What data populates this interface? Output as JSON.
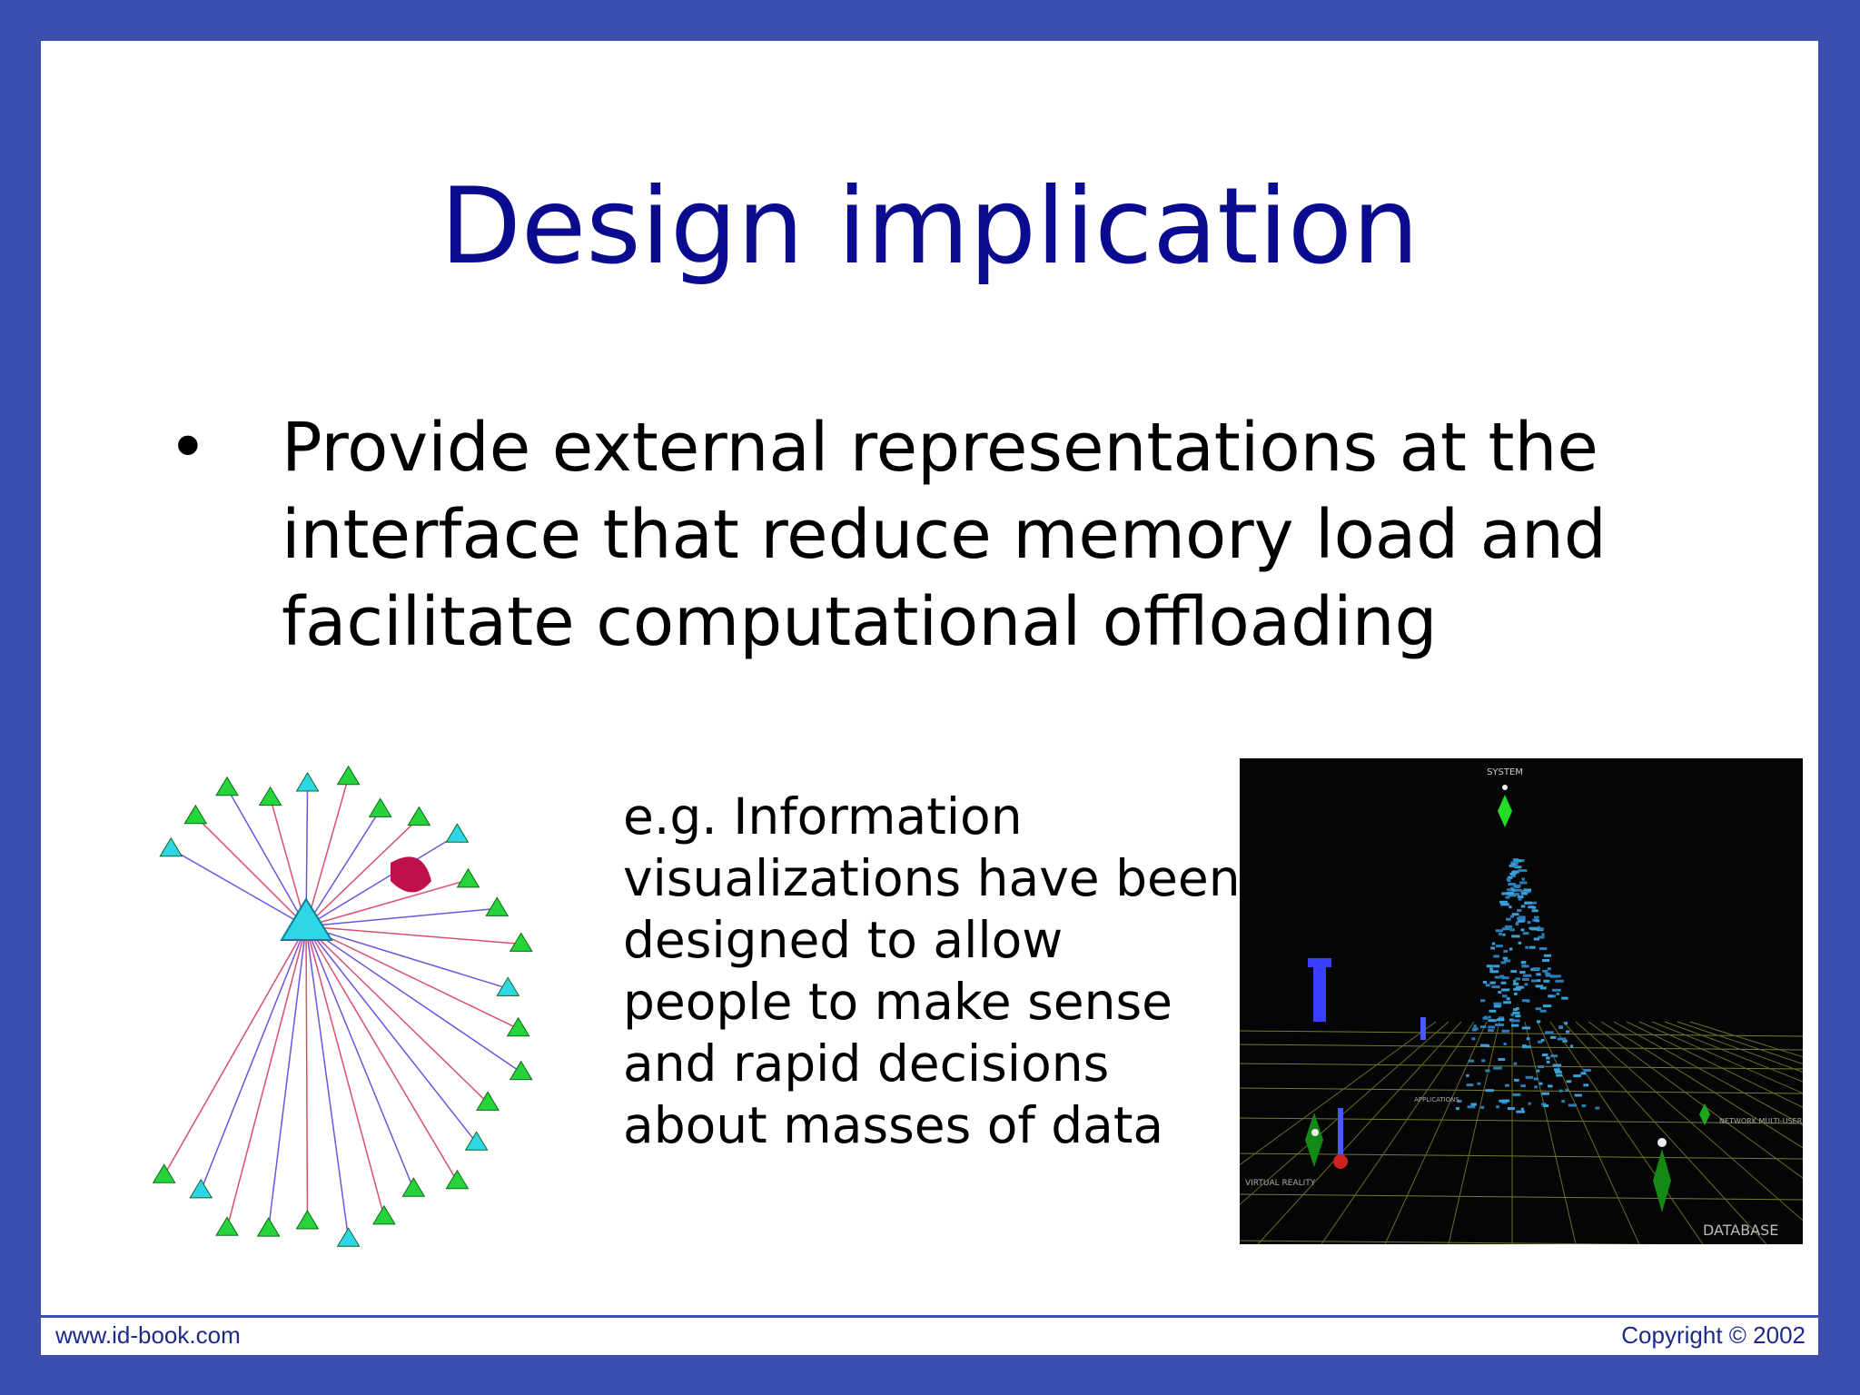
{
  "slide": {
    "title": "Design implication",
    "bullet": "Provide external representations at the interface that reduce memory load and facilitate computational offloading",
    "example": "e.g. Information visualizations have been designed to allow people to make sense and rapid decisions about masses of data"
  },
  "figure_right": {
    "labels": {
      "system": "SYSTEM",
      "database": "DATABASE",
      "virtual_reality": "VIRTUAL REALITY",
      "network": "NETWORK MULTI-USER",
      "applications": "APPLICATIONS"
    }
  },
  "footer": {
    "website": "www.id-book.com",
    "copyright": "Copyright © 2002"
  },
  "colors": {
    "frame": "#3d4fae",
    "title": "#0b0b8f",
    "footer_text": "#1b2a8c"
  }
}
